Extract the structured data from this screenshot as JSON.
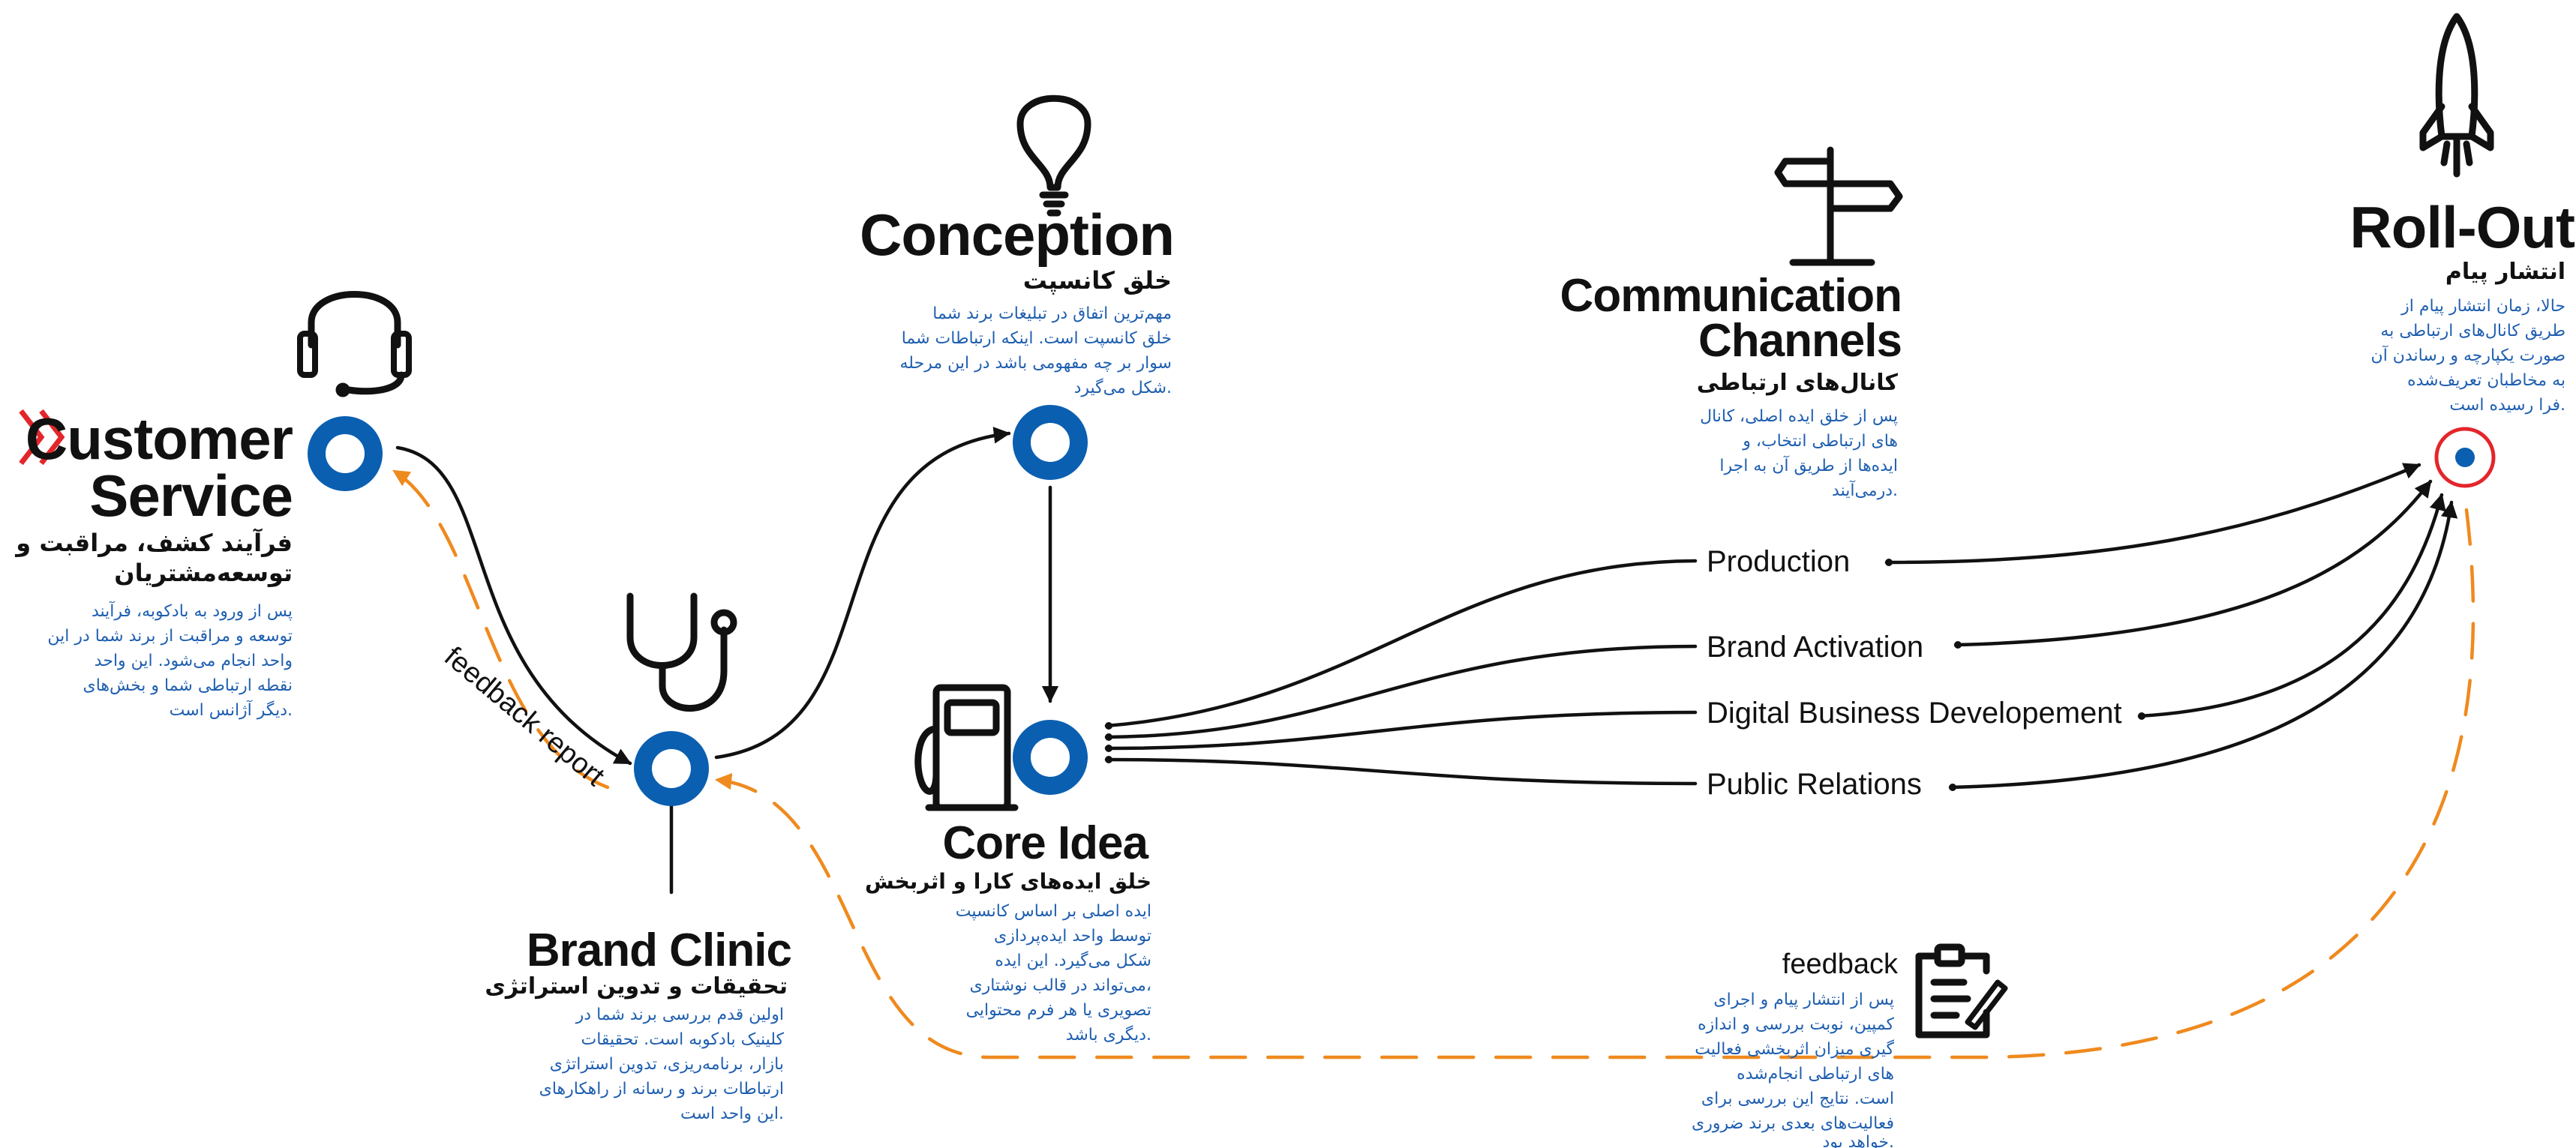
{
  "colors": {
    "accent_blue": "#0b5fb0",
    "feedback_orange": "#ef8a1e",
    "rollout_red": "#e3262b",
    "text": "#111111",
    "body_blue": "#1f5fb0"
  },
  "customer_service": {
    "title_line1": "Customer",
    "title_line2": "Service",
    "fa_title_line1": "فرآیند کشف، مراقبت و",
    "fa_title_line2": "توسعه‌مشتریان",
    "desc": [
      "پس از ورود به بادکوبه، فرآیند",
      "توسعه و مراقبت از برند شما در این",
      "واحد انجام می‌شود. این واحد",
      "نقطه ارتباطی شما و بخش‌های",
      "دیگر آژانس است."
    ],
    "icon": "headset-icon"
  },
  "brand_clinic": {
    "title": "Brand Clinic",
    "fa_title": "تحقیقات و تدوین استراتژی",
    "desc": [
      "اولین قدم بررسی برند شما در",
      "کلینیک بادکوبه است. تحقیقات",
      "بازار، برنامه‌ریزی، تدوین استراتژی",
      "ارتباطات برند و رسانه از راهکارهای",
      "این واحد است."
    ],
    "icon": "stethoscope-icon"
  },
  "conception": {
    "title": "Conception",
    "fa_title": "خلق کانسپت",
    "desc": [
      "مهم‌ترین اتفاق در تبلیغات برند شما",
      "خلق کانسپت است. اینکه ارتباطات شما",
      "سوار بر چه مفهومی باشد در این مرحله",
      "شکل می‌گیرد."
    ],
    "icon": "lightbulb-icon"
  },
  "core_idea": {
    "title": "Core Idea",
    "fa_title": "خلق ایده‌های کارا و اثربخش",
    "desc": [
      "ایده اصلی بر اساس کانسپت",
      "توسط واحد ایده‌پردازی",
      "شکل می‌گیرد. این ایده",
      "می‌تواند در قالب نوشتاری،",
      "تصویری یا هر فرم محتوایی",
      "دیگری باشد."
    ],
    "icon": "fuel-pump-icon"
  },
  "communication_channels": {
    "title_line1": "Communication",
    "title_line2": "Channels",
    "fa_title": "کانال‌های ارتباطی",
    "desc": [
      "پس از خلق ایده اصلی، کانال",
      "های ارتباطی انتخاب، و",
      "ایده‌ها از طریق آن به اجرا",
      "درمی‌آیند."
    ],
    "icon": "signpost-icon",
    "branches": [
      "Production",
      "Brand Activation",
      "Digital Business Developement",
      "Public Relations"
    ]
  },
  "roll_out": {
    "title": "Roll-Out",
    "fa_title": "انتشار پیام",
    "desc": [
      "حالا، زمان انتشار پیام از",
      "طریق کانال‌های ارتباطی به",
      "صورت یکپارچه و رساندن آن",
      "به مخاطبان تعریف‌شده",
      "فرا رسیده است."
    ],
    "icon": "rocket-icon"
  },
  "feedback": {
    "title": "feedback",
    "desc": [
      "پس از انتشار پیام و اجرای",
      "کمپین، نوبت بررسی و اندازه",
      "گیری میزان اثربخشی فعالیت",
      "های ارتباطی انجام‌شده",
      "است. نتایج این بررسی برای",
      "فعالیت‌های بعدی برند ضروری",
      "خواهد بود."
    ],
    "icon": "clipboard-icon"
  },
  "feedback_report_label": "feedback report"
}
